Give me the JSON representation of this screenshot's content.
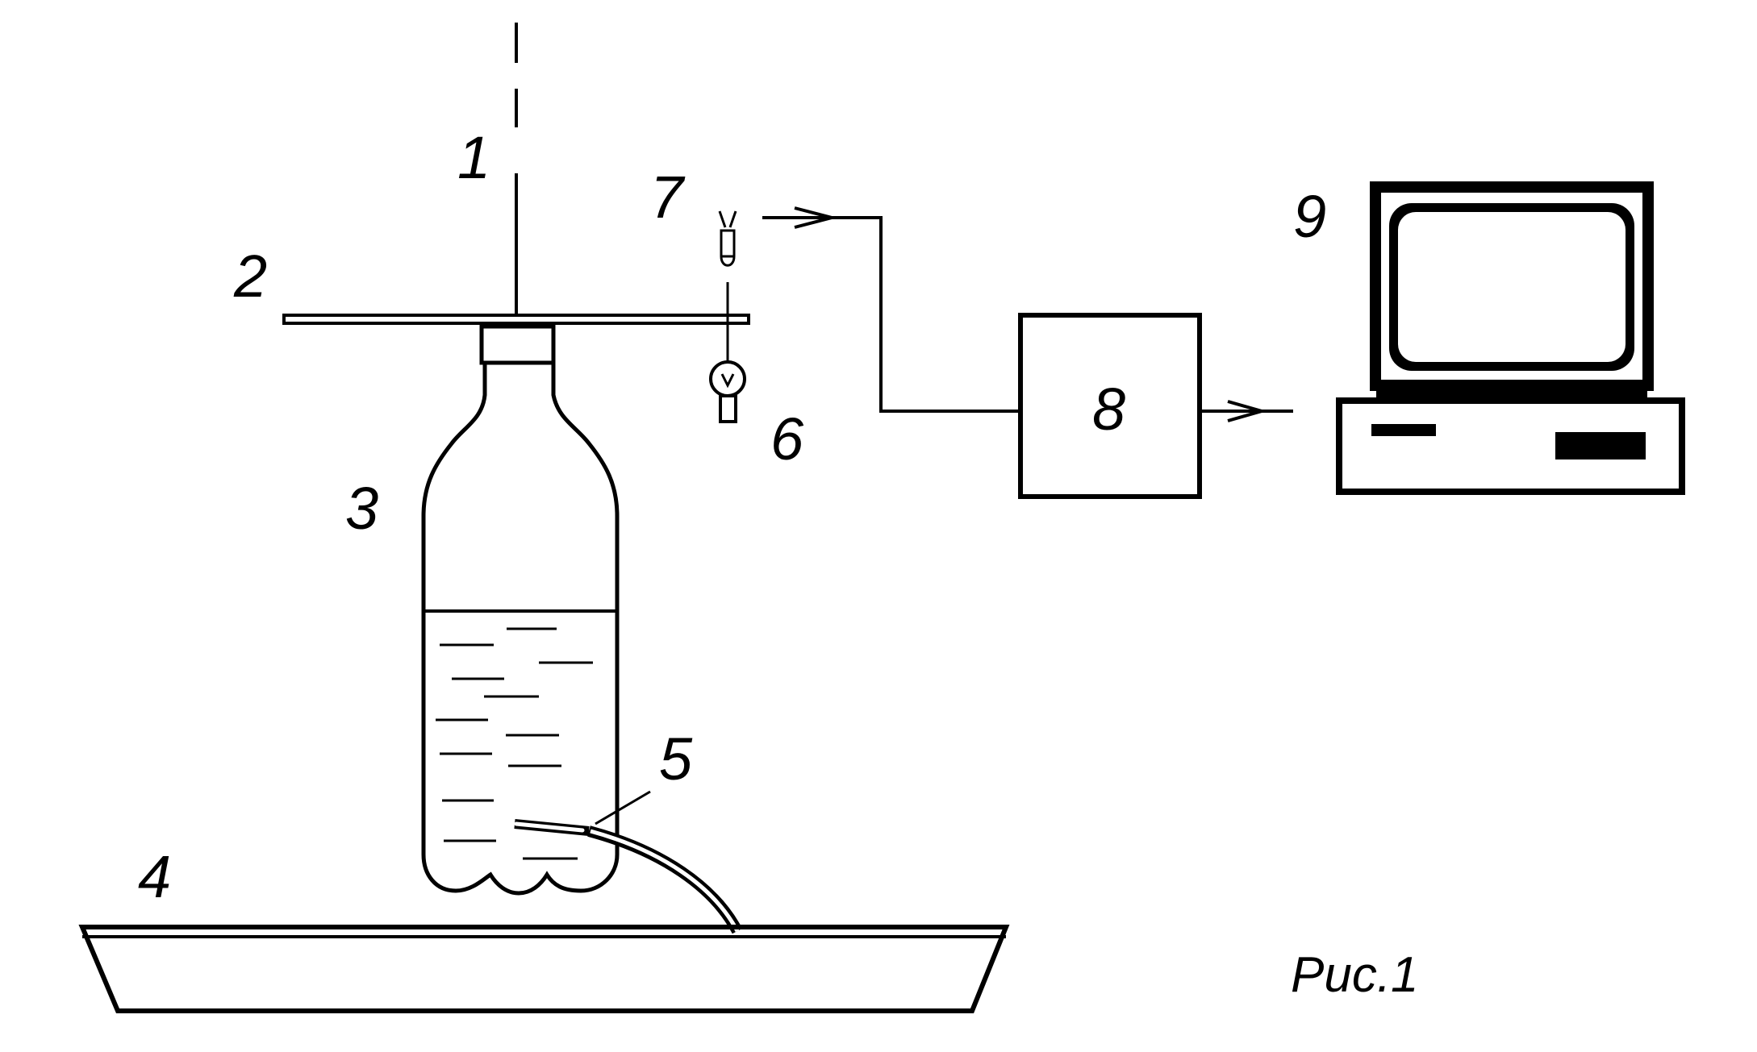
{
  "labels": {
    "n1": "1",
    "n2": "2",
    "n3": "3",
    "n4": "4",
    "n5": "5",
    "n6": "6",
    "n7": "7",
    "n8": "8",
    "n9": "9"
  },
  "caption": "Рис.1",
  "colors": {
    "ink": "#000000",
    "background": "#ffffff"
  }
}
